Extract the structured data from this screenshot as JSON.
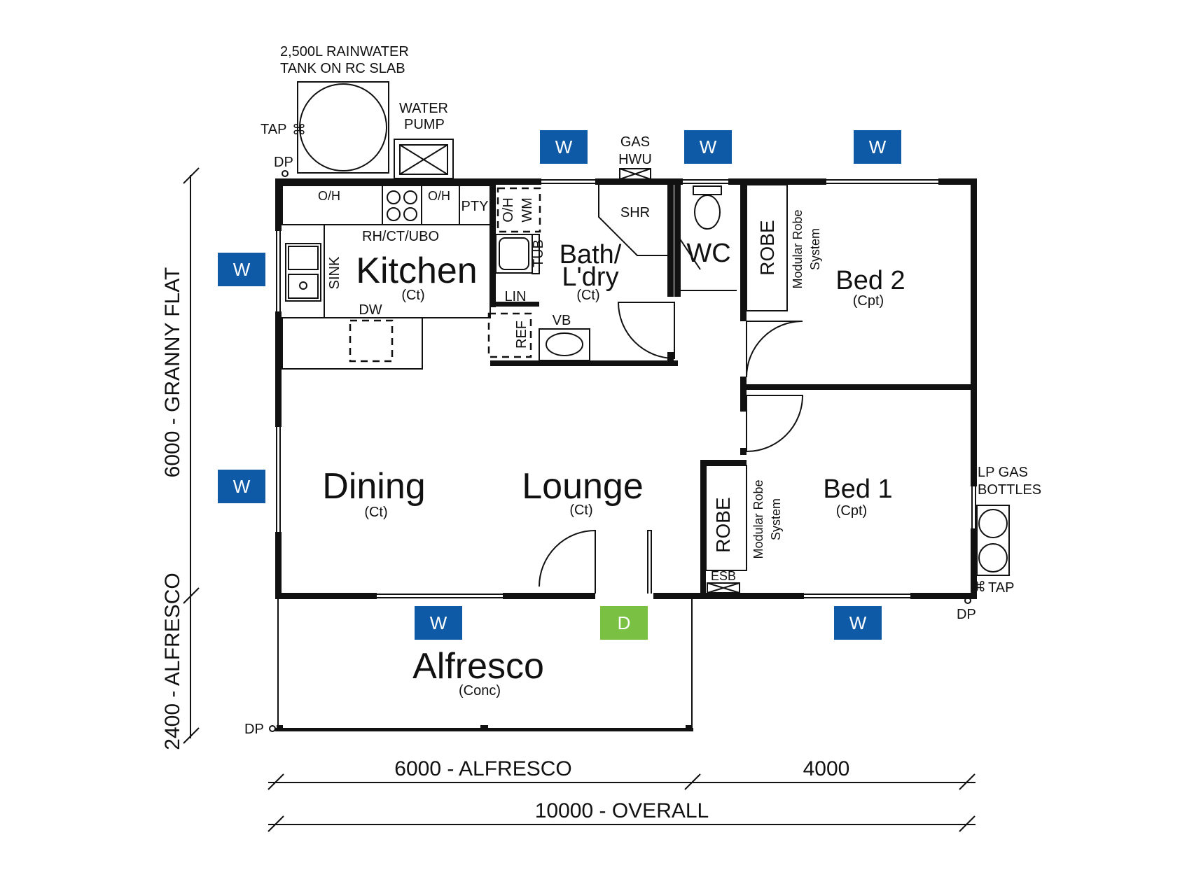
{
  "colors": {
    "window_marker": "#0f5aa6",
    "door_marker": "#7ac143",
    "wall": "#111111"
  },
  "site_notes": {
    "tank_line1": "2,500L RAINWATER",
    "tank_line2": "TANK ON RC SLAB",
    "water_pump_line1": "WATER",
    "water_pump_line2": "PUMP",
    "tap": "TAP",
    "dp": "DP",
    "gas_line1": "GAS",
    "gas_line2": "HWU",
    "lp_line1": "LP GAS",
    "lp_line2": "BOTTLES"
  },
  "rooms": {
    "kitchen": {
      "name": "Kitchen",
      "finish": "(Ct)"
    },
    "bath": {
      "name_line1": "Bath/",
      "name_line2": "L'dry",
      "finish": "(Ct)"
    },
    "wc": {
      "name": "WC"
    },
    "bed2": {
      "name": "Bed 2",
      "finish": "(Cpt)"
    },
    "bed1": {
      "name": "Bed 1",
      "finish": "(Cpt)"
    },
    "dining": {
      "name": "Dining",
      "finish": "(Ct)"
    },
    "lounge": {
      "name": "Lounge",
      "finish": "(Ct)"
    },
    "alfresco": {
      "name": "Alfresco",
      "finish": "(Conc)"
    }
  },
  "fixtures": {
    "oh": "O/H",
    "pty": "PTY",
    "oh_wm": "O/H",
    "wm": "WM",
    "rh_ct_ubo": "RH/CT/UBO",
    "sink": "SINK",
    "dw": "DW",
    "tub": "TUB",
    "lin": "LIN",
    "ref": "REF",
    "vb": "VB",
    "shr": "SHR",
    "robe": "ROBE",
    "modular_line1": "Modular Robe",
    "modular_line2": "System",
    "esb": "ESB"
  },
  "markers": {
    "window": "W",
    "door": "D"
  },
  "dimensions": {
    "granny_flat": "6000 - GRANNY FLAT",
    "alfresco_depth": "2400 - ALFRESCO",
    "alfresco_width": "6000 - ALFRESCO",
    "right_width": "4000",
    "overall": "10000 - OVERALL"
  }
}
